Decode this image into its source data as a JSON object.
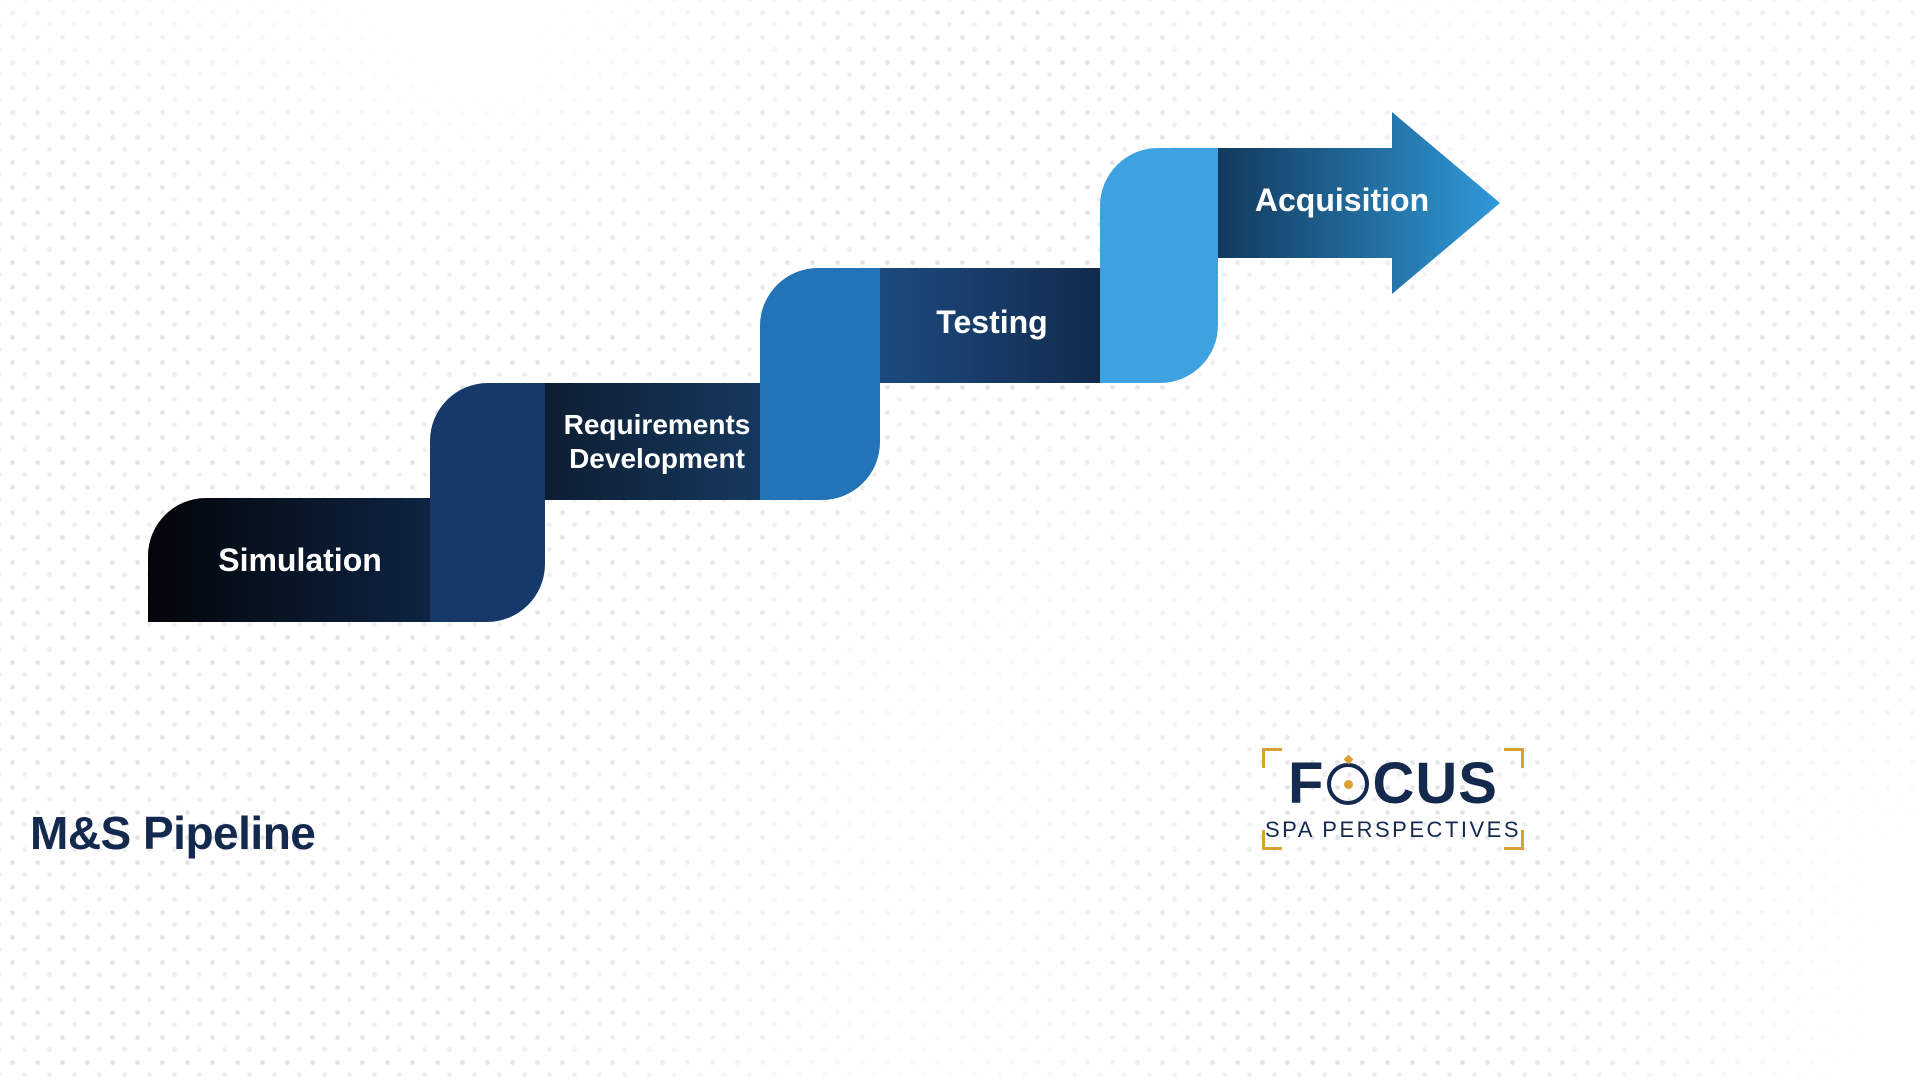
{
  "page": {
    "title": "M&S Pipeline"
  },
  "pipeline": {
    "steps": [
      {
        "label": "Simulation"
      },
      {
        "label": "Requirements Development",
        "lines": [
          "Requirements",
          "Development"
        ]
      },
      {
        "label": "Testing"
      },
      {
        "label": "Acquisition"
      }
    ]
  },
  "logo": {
    "word_start": "F",
    "word_end": "CUS",
    "o_icon": "target-circle-icon",
    "subtitle": "SPA PERSPECTIVES"
  },
  "colors": {
    "navy_text": "#14294e",
    "band1_dark": "#030509",
    "band1_light": "#12315a",
    "riser1_navy": "#16396a",
    "riser2_blue": "#2273b8",
    "riser3_light_blue": "#3fa2e0",
    "arrow_blue": "#2f9ad9",
    "logo_gold": "#d9a033",
    "label_text": "#ffffff",
    "dot_gray": "#ccd1d6"
  }
}
